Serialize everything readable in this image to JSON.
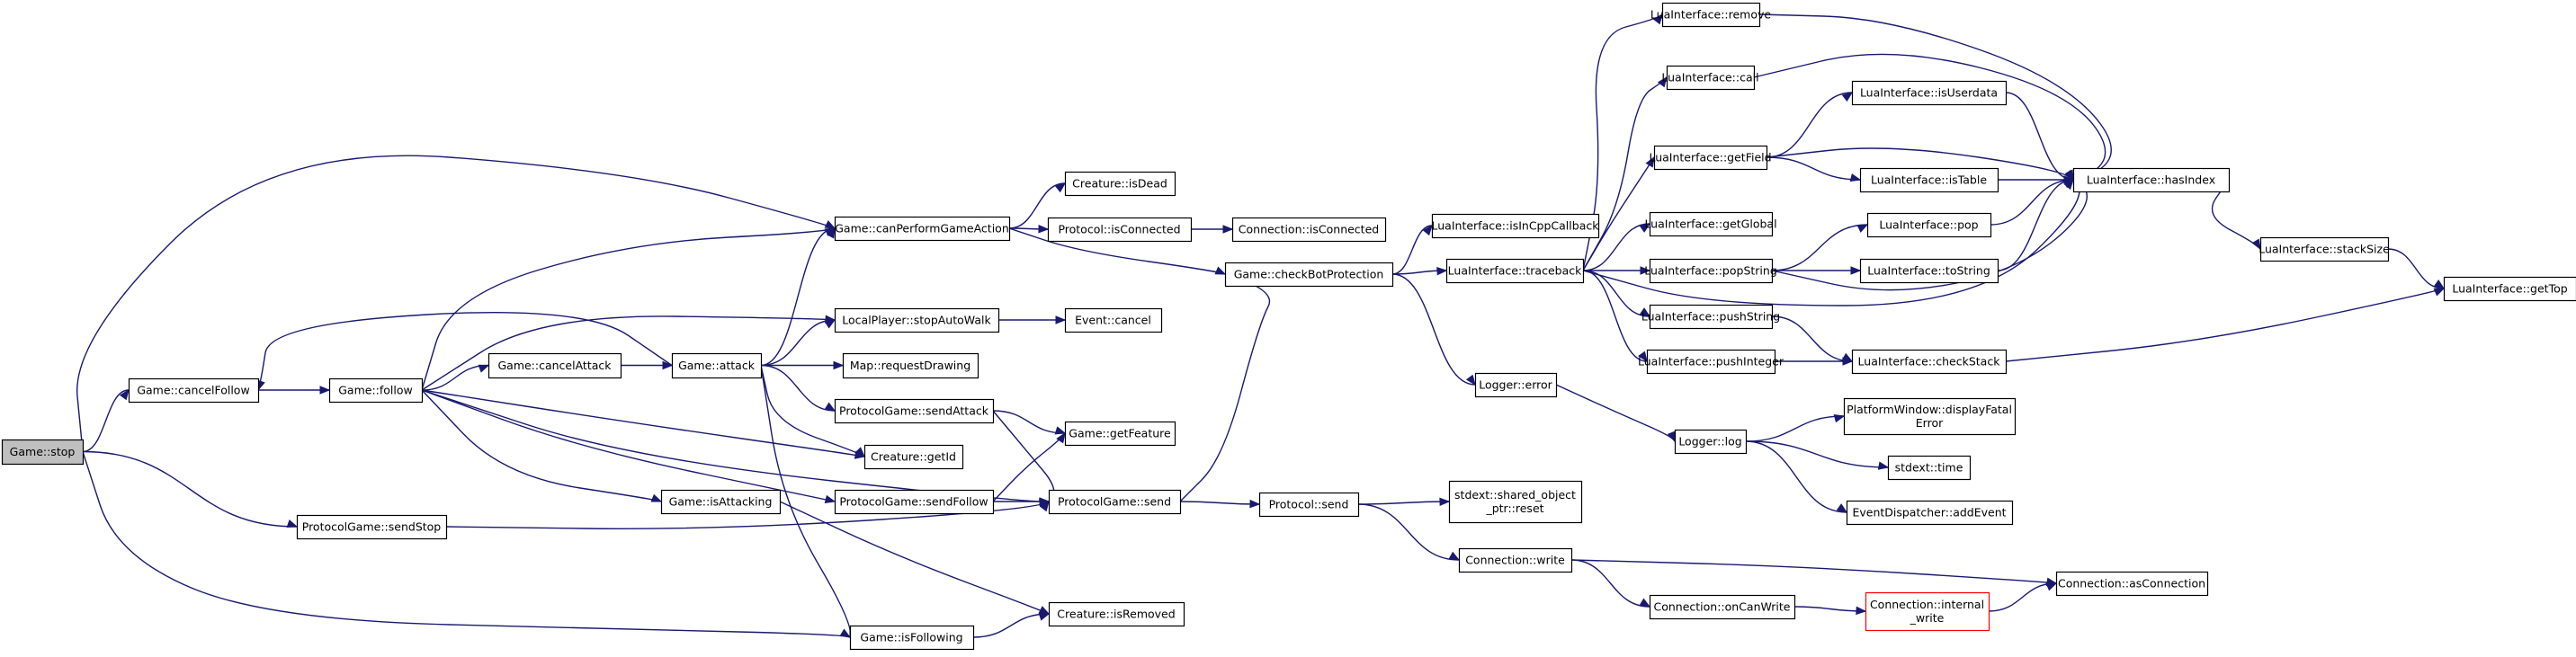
{
  "diagram": {
    "edge_color": "#191970",
    "root_fill": "#bfbfbf",
    "highlight_color": "#ff0000",
    "nodes": [
      {
        "id": "stop",
        "lines": [
          "Game::stop"
        ],
        "root": true
      },
      {
        "id": "cancelFollow",
        "lines": [
          "Game::cancelFollow"
        ]
      },
      {
        "id": "sendStop",
        "lines": [
          "ProtocolGame::sendStop"
        ]
      },
      {
        "id": "isFollowing",
        "lines": [
          "Game::isFollowing"
        ]
      },
      {
        "id": "canPerform",
        "lines": [
          "Game::canPerformGameAction"
        ]
      },
      {
        "id": "follow",
        "lines": [
          "Game::follow"
        ]
      },
      {
        "id": "cancelAttack",
        "lines": [
          "Game::cancelAttack"
        ]
      },
      {
        "id": "attack",
        "lines": [
          "Game::attack"
        ]
      },
      {
        "id": "isAttacking",
        "lines": [
          "Game::isAttacking"
        ]
      },
      {
        "id": "creatureIsDead",
        "lines": [
          "Creature::isDead"
        ]
      },
      {
        "id": "protoIsConnected",
        "lines": [
          "Protocol::isConnected"
        ]
      },
      {
        "id": "connIsConnected",
        "lines": [
          "Connection::isConnected"
        ]
      },
      {
        "id": "stopAutoWalk",
        "lines": [
          "LocalPlayer::stopAutoWalk"
        ]
      },
      {
        "id": "eventCancel",
        "lines": [
          "Event::cancel"
        ]
      },
      {
        "id": "requestDrawing",
        "lines": [
          "Map::requestDrawing"
        ]
      },
      {
        "id": "sendAttack",
        "lines": [
          "ProtocolGame::sendAttack"
        ]
      },
      {
        "id": "getId",
        "lines": [
          "Creature::getId"
        ]
      },
      {
        "id": "sendFollow",
        "lines": [
          "ProtocolGame::sendFollow"
        ]
      },
      {
        "id": "getFeature",
        "lines": [
          "Game::getFeature"
        ]
      },
      {
        "id": "pgSend",
        "lines": [
          "ProtocolGame::send"
        ]
      },
      {
        "id": "isRemoved",
        "lines": [
          "Creature::isRemoved"
        ]
      },
      {
        "id": "checkBot",
        "lines": [
          "Game::checkBotProtection"
        ]
      },
      {
        "id": "protoSend",
        "lines": [
          "Protocol::send"
        ]
      },
      {
        "id": "sharedReset",
        "lines": [
          "stdext::shared_object",
          "_ptr::reset"
        ]
      },
      {
        "id": "connWrite",
        "lines": [
          "Connection::write"
        ]
      },
      {
        "id": "onCanWrite",
        "lines": [
          "Connection::onCanWrite"
        ]
      },
      {
        "id": "internalWrite",
        "lines": [
          "Connection::internal",
          "_write"
        ],
        "highlight": true
      },
      {
        "id": "asConnection",
        "lines": [
          "Connection::asConnection"
        ]
      },
      {
        "id": "isInCpp",
        "lines": [
          "LuaInterface::isInCppCallback"
        ]
      },
      {
        "id": "traceback",
        "lines": [
          "LuaInterface::traceback"
        ]
      },
      {
        "id": "loggerError",
        "lines": [
          "Logger::error"
        ]
      },
      {
        "id": "loggerLog",
        "lines": [
          "Logger::log"
        ]
      },
      {
        "id": "displayFatal",
        "lines": [
          "PlatformWindow::displayFatal",
          "Error"
        ]
      },
      {
        "id": "stdTime",
        "lines": [
          "stdext::time"
        ]
      },
      {
        "id": "addEvent",
        "lines": [
          "EventDispatcher::addEvent"
        ]
      },
      {
        "id": "luaRemove",
        "lines": [
          "LuaInterface::remove"
        ]
      },
      {
        "id": "luaCall",
        "lines": [
          "LuaInterface::call"
        ]
      },
      {
        "id": "getField",
        "lines": [
          "LuaInterface::getField"
        ]
      },
      {
        "id": "getGlobal",
        "lines": [
          "LuaInterface::getGlobal"
        ]
      },
      {
        "id": "popString",
        "lines": [
          "LuaInterface::popString"
        ]
      },
      {
        "id": "pushString",
        "lines": [
          "LuaInterface::pushString"
        ]
      },
      {
        "id": "pushInteger",
        "lines": [
          "LuaInterface::pushInteger"
        ]
      },
      {
        "id": "isUserdata",
        "lines": [
          "LuaInterface::isUserdata"
        ]
      },
      {
        "id": "isTable",
        "lines": [
          "LuaInterface::isTable"
        ]
      },
      {
        "id": "luaPop",
        "lines": [
          "LuaInterface::pop"
        ]
      },
      {
        "id": "toString",
        "lines": [
          "LuaInterface::toString"
        ]
      },
      {
        "id": "checkStack",
        "lines": [
          "LuaInterface::checkStack"
        ]
      },
      {
        "id": "hasIndex",
        "lines": [
          "LuaInterface::hasIndex"
        ]
      },
      {
        "id": "stackSize",
        "lines": [
          "LuaInterface::stackSize"
        ]
      },
      {
        "id": "getTop",
        "lines": [
          "LuaInterface::getTop"
        ]
      }
    ],
    "edges": [
      [
        "stop",
        "cancelFollow"
      ],
      [
        "stop",
        "sendStop"
      ],
      [
        "stop",
        "isFollowing"
      ],
      [
        "stop",
        "canPerform"
      ],
      [
        "cancelFollow",
        "follow"
      ],
      [
        "follow",
        "canPerform"
      ],
      [
        "follow",
        "stopAutoWalk"
      ],
      [
        "follow",
        "cancelAttack"
      ],
      [
        "follow",
        "getId"
      ],
      [
        "follow",
        "isAttacking"
      ],
      [
        "follow",
        "sendFollow"
      ],
      [
        "follow",
        "pgSend"
      ],
      [
        "cancelAttack",
        "attack"
      ],
      [
        "attack",
        "cancelFollow"
      ],
      [
        "attack",
        "canPerform"
      ],
      [
        "attack",
        "stopAutoWalk"
      ],
      [
        "attack",
        "requestDrawing"
      ],
      [
        "attack",
        "sendAttack"
      ],
      [
        "attack",
        "getId"
      ],
      [
        "attack",
        "isFollowing"
      ],
      [
        "canPerform",
        "creatureIsDead"
      ],
      [
        "canPerform",
        "protoIsConnected"
      ],
      [
        "canPerform",
        "checkBot"
      ],
      [
        "protoIsConnected",
        "connIsConnected"
      ],
      [
        "stopAutoWalk",
        "eventCancel"
      ],
      [
        "sendAttack",
        "getFeature"
      ],
      [
        "sendAttack",
        "pgSend"
      ],
      [
        "sendFollow",
        "getFeature"
      ],
      [
        "sendFollow",
        "pgSend"
      ],
      [
        "sendStop",
        "pgSend"
      ],
      [
        "isAttacking",
        "isRemoved"
      ],
      [
        "isFollowing",
        "isRemoved"
      ],
      [
        "pgSend",
        "checkBot"
      ],
      [
        "pgSend",
        "protoSend"
      ],
      [
        "protoSend",
        "sharedReset"
      ],
      [
        "protoSend",
        "connWrite"
      ],
      [
        "connWrite",
        "onCanWrite"
      ],
      [
        "connWrite",
        "asConnection"
      ],
      [
        "onCanWrite",
        "internalWrite"
      ],
      [
        "internalWrite",
        "asConnection"
      ],
      [
        "checkBot",
        "isInCpp"
      ],
      [
        "checkBot",
        "traceback"
      ],
      [
        "checkBot",
        "loggerError"
      ],
      [
        "loggerError",
        "loggerLog"
      ],
      [
        "loggerLog",
        "displayFatal"
      ],
      [
        "loggerLog",
        "stdTime"
      ],
      [
        "loggerLog",
        "addEvent"
      ],
      [
        "traceback",
        "luaRemove"
      ],
      [
        "traceback",
        "luaCall"
      ],
      [
        "traceback",
        "getField"
      ],
      [
        "traceback",
        "getGlobal"
      ],
      [
        "traceback",
        "popString"
      ],
      [
        "traceback",
        "pushString"
      ],
      [
        "traceback",
        "pushInteger"
      ],
      [
        "traceback",
        "hasIndex"
      ],
      [
        "luaRemove",
        "hasIndex"
      ],
      [
        "luaCall",
        "hasIndex"
      ],
      [
        "getField",
        "isUserdata"
      ],
      [
        "getField",
        "isTable"
      ],
      [
        "getField",
        "hasIndex"
      ],
      [
        "isUserdata",
        "hasIndex"
      ],
      [
        "isTable",
        "hasIndex"
      ],
      [
        "popString",
        "luaPop"
      ],
      [
        "popString",
        "toString"
      ],
      [
        "popString",
        "hasIndex"
      ],
      [
        "luaPop",
        "hasIndex"
      ],
      [
        "toString",
        "hasIndex"
      ],
      [
        "pushString",
        "checkStack"
      ],
      [
        "pushInteger",
        "checkStack"
      ],
      [
        "checkStack",
        "getTop"
      ],
      [
        "hasIndex",
        "stackSize"
      ],
      [
        "stackSize",
        "getTop"
      ]
    ]
  }
}
